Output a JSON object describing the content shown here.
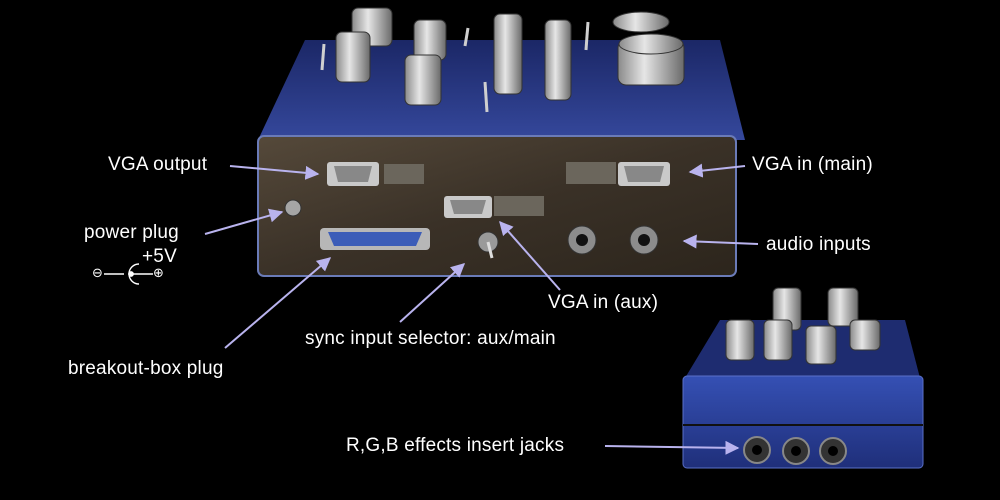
{
  "annotations": {
    "vga_output": "VGA output",
    "vga_in_main": "VGA in (main)",
    "power_plug": "power plug",
    "plus_5v": "+5V",
    "minus_symbol": "⊖",
    "plus_symbol": "⊕",
    "audio_inputs": "audio inputs",
    "vga_in_aux": "VGA in (aux)",
    "sync_selector": "sync input selector: aux/main",
    "breakout_plug": "breakout-box plug",
    "rgb_jacks": "R,G,B effects insert jacks"
  },
  "colors": {
    "background": "#000000",
    "label_text": "#ffffff",
    "arrow": "#b9b3ee",
    "panel": "#3e3529",
    "chassis": "#2d3f8a",
    "small_box": "#2a3f94"
  }
}
